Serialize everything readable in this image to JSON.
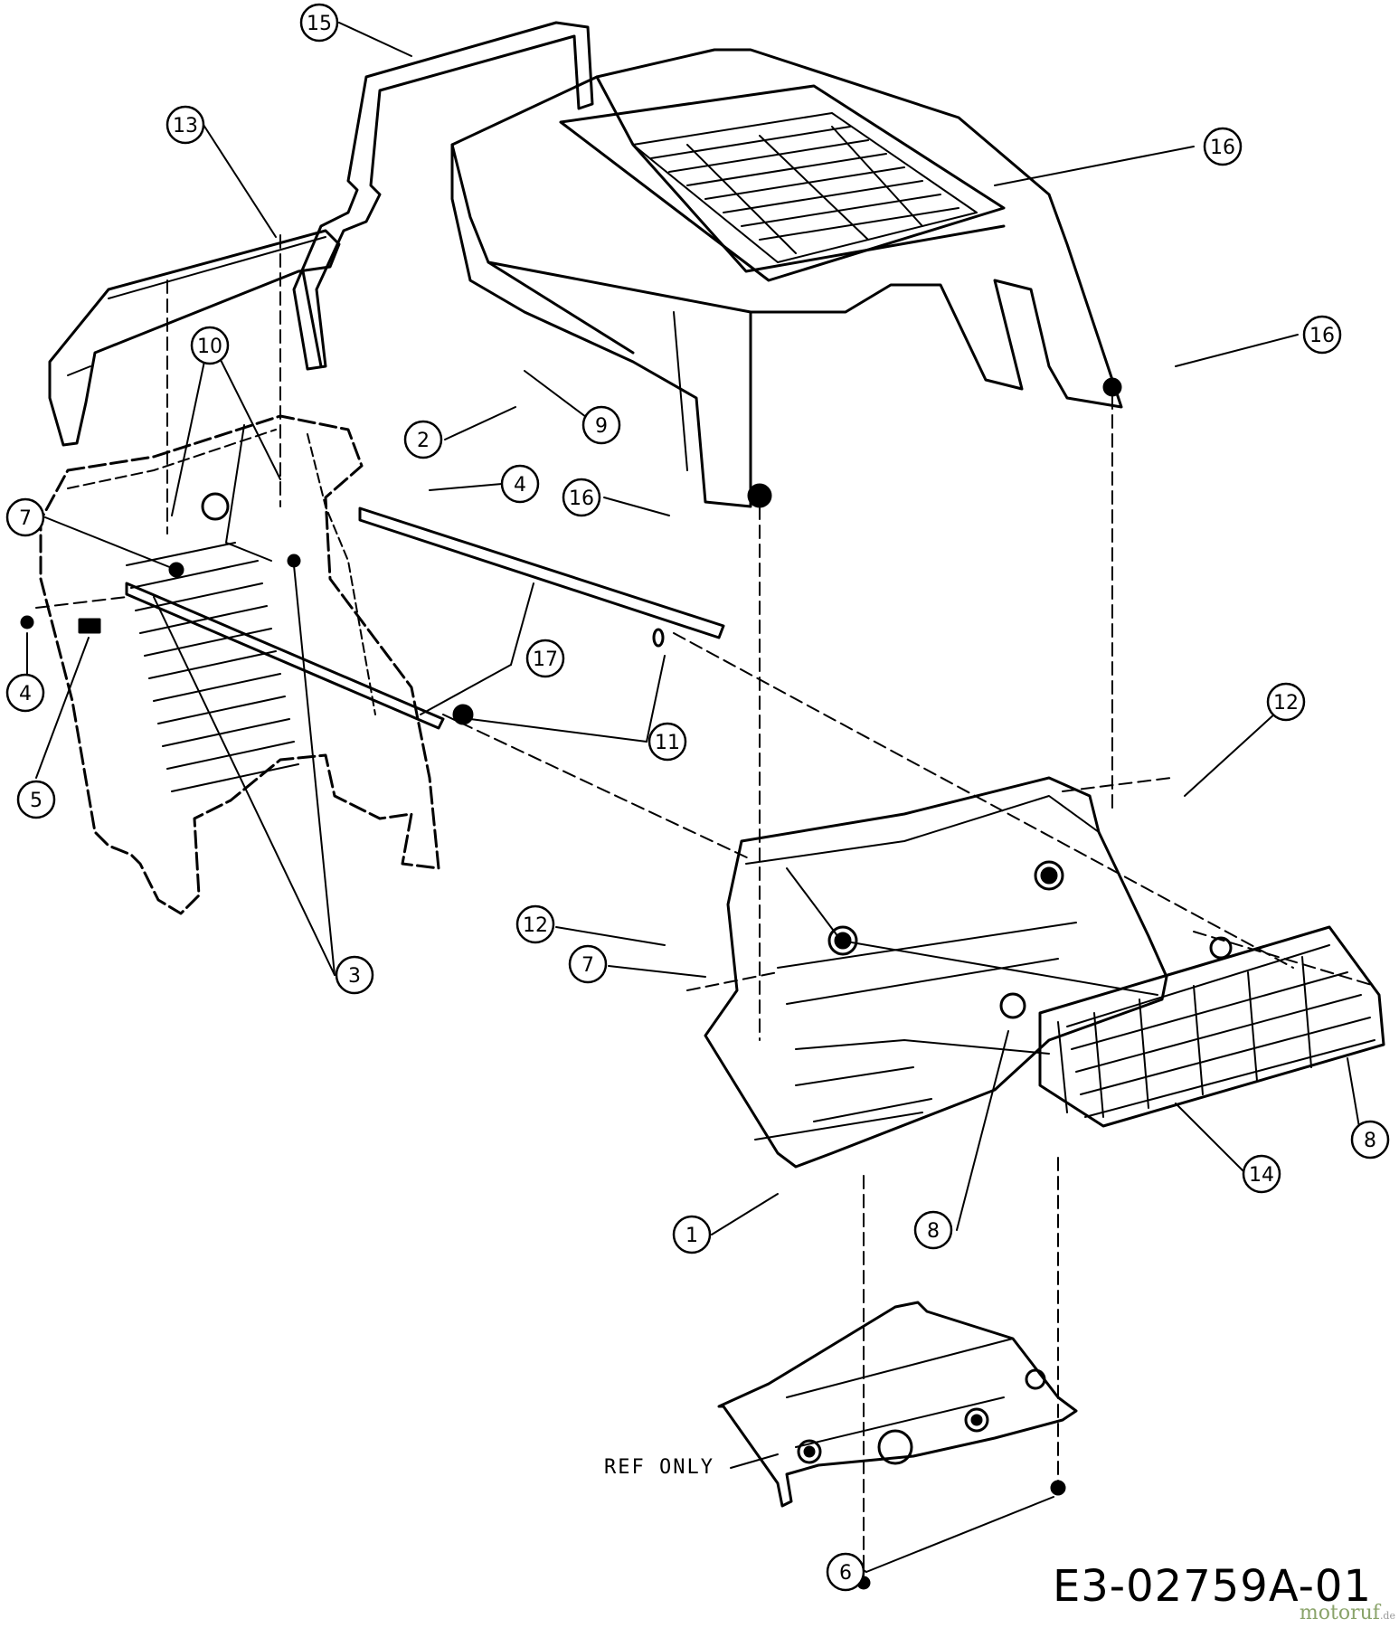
{
  "diagram": {
    "code": "E3-02759A-01",
    "ref_only_label": "REF ONLY",
    "watermark": "motoruf",
    "watermark_suffix": ".de",
    "callouts": [
      "1",
      "2",
      "3",
      "4",
      "4",
      "5",
      "6",
      "7",
      "7",
      "8",
      "8",
      "9",
      "10",
      "11",
      "12",
      "12",
      "13",
      "14",
      "15",
      "16",
      "16",
      "16",
      "17"
    ]
  }
}
